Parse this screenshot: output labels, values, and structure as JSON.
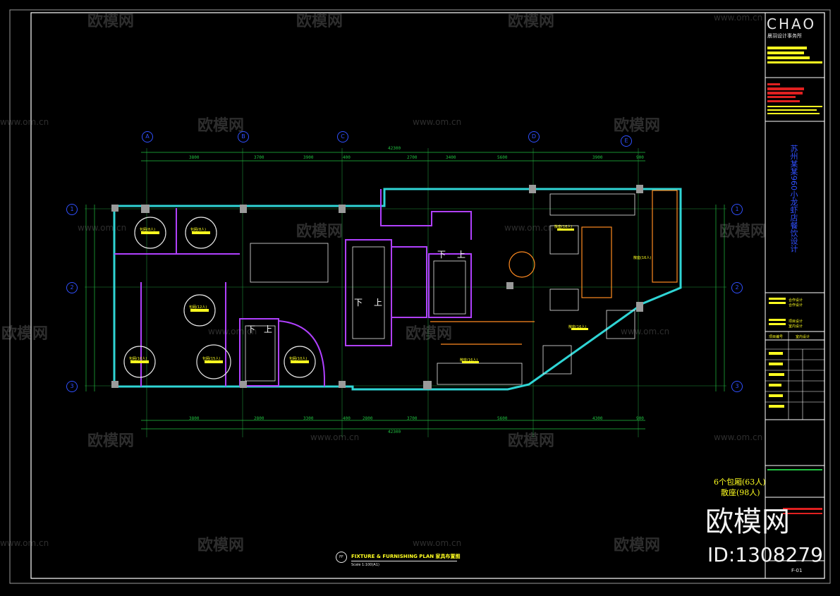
{
  "drawing": {
    "plan_title": "FIXTURE & FURNISHING PLAN 家具布置图",
    "scale": "Scale 1:100(A1)",
    "view_no": "FF",
    "summary": [
      "6个包厢(63人)",
      "散座(98人)"
    ]
  },
  "title_block": {
    "brand": "CHAO",
    "brand_sub": "晨羽设计事务所",
    "project_name": "苏州某某960小龙虾店餐饮设计",
    "drawing_no": "F-01",
    "field_labels": [
      "合作设计",
      "合作设计",
      "项目设计",
      "室内设计",
      "项目编号",
      "室内设计"
    ]
  },
  "grid_bubbles": {
    "top": [
      "A",
      "B",
      "C",
      "D",
      "E"
    ],
    "left": [
      "1",
      "2",
      "3"
    ],
    "right": [
      "1",
      "2",
      "3"
    ]
  },
  "dimensions": {
    "top_total": "42300",
    "bottom_total": "42300",
    "top_segments": [
      "3800",
      "3700",
      "3900",
      "400",
      "2700",
      "3400",
      "5600",
      "3900",
      "900"
    ],
    "bottom_segments": [
      "3800",
      "2800",
      "3300",
      "400",
      "2800",
      "3700",
      "5600",
      "4300",
      "900"
    ]
  },
  "room_labels": {
    "stair_down_up": [
      "下",
      "上"
    ],
    "private_rooms": [
      "包厢(8人)",
      "包厢(8人)",
      "包厢(12人)",
      "包厢(10人)",
      "包厢(15人)",
      "包厢(10人)"
    ],
    "dining": [
      "散座(16人)",
      "散座(16人)",
      "散座(16人)",
      "散座(16人)"
    ]
  },
  "watermark": {
    "logo_text": "欧模网",
    "url": "www.om.cn",
    "id": "ID:1308279"
  },
  "colors": {
    "background": "#000000",
    "frame": "#ffffff",
    "wall_cyan": "#2fd5d5",
    "wall_magenta": "#b040ff",
    "furniture_white": "#e8e8e8",
    "grid_blue": "#3050ff",
    "dimension_green": "#20c040",
    "highlight_yellow": "#ffff20",
    "brand_red": "#e02020",
    "orange": "#ff8a20"
  }
}
